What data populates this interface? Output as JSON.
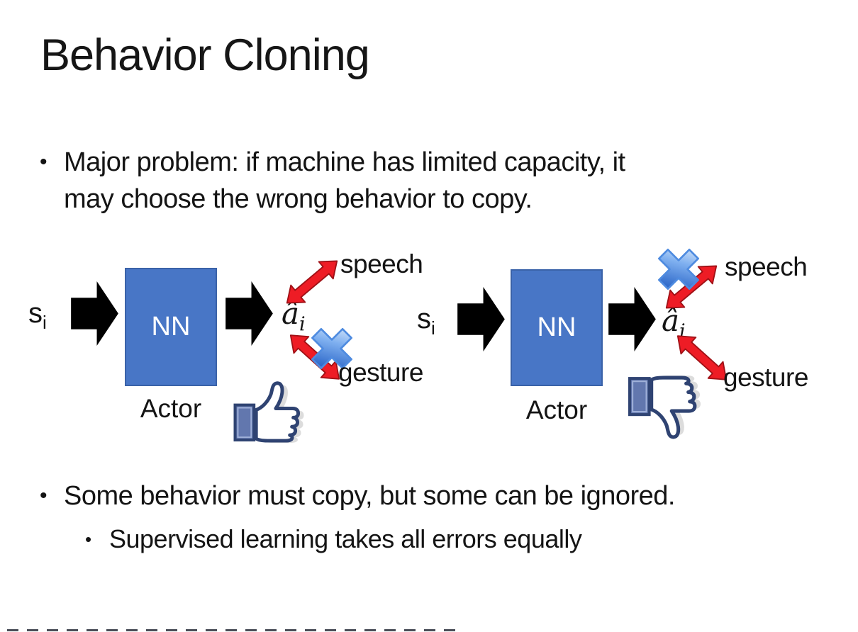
{
  "slide": {
    "title": "Behavior Cloning",
    "bullet_glyph": "•",
    "bullet1_line1": "Major problem: if machine has limited capacity, it",
    "bullet1_line2": "may choose the wrong behavior to copy.",
    "bullet2": "Some behavior must copy, but some can be ignored.",
    "bullet3": "Supervised learning takes all errors equally"
  },
  "diagram_left": {
    "input_label": "s",
    "input_subscript": "i",
    "nn_label": "NN",
    "actor_label": "Actor",
    "output_label": "â",
    "output_subscript": "i",
    "speech_label": "speech",
    "gesture_label": "gesture",
    "crossed_out_action": "gesture",
    "feedback_icon": "thumbs-up"
  },
  "diagram_right": {
    "input_label": "s",
    "input_subscript": "i",
    "nn_label": "NN",
    "actor_label": "Actor",
    "output_label": "â",
    "output_subscript": "i",
    "speech_label": "speech",
    "gesture_label": "gesture",
    "crossed_out_action": "speech",
    "feedback_icon": "thumbs-down"
  },
  "colors": {
    "nn_box_fill": "#4876C6",
    "nn_box_border": "#3A62A8",
    "black_arrow": "#000000",
    "red_arrow": "#EE1C25",
    "cross_blue": "#4E8BE0",
    "thumb_outline": "#2F4372",
    "thumb_cuff_fill": "#6277AE",
    "text": "#141414"
  }
}
